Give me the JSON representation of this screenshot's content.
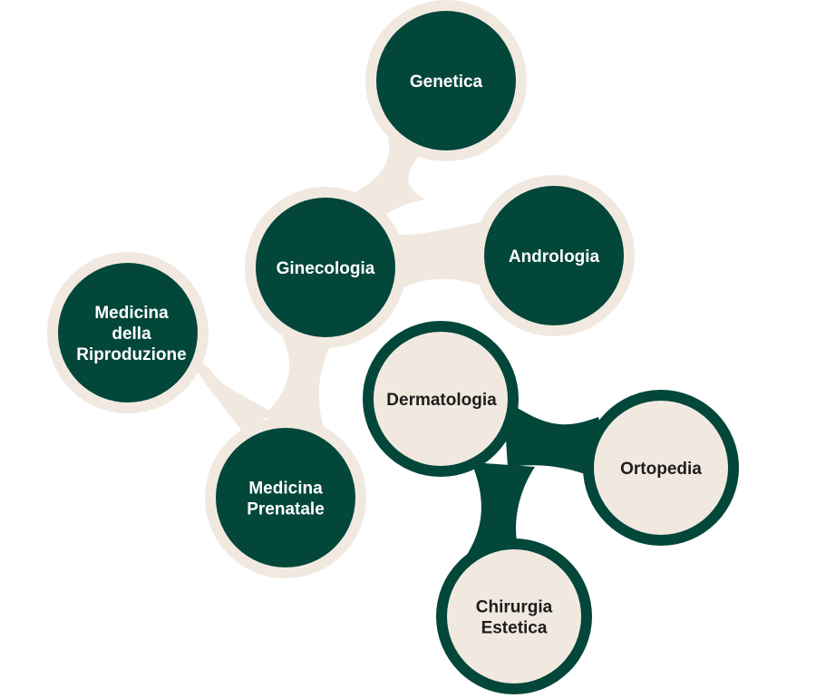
{
  "colors": {
    "dark_green": "#03463A",
    "cream": "#F1E9E0",
    "white_text": "#FFFFFF",
    "dark_text": "#1D1D1D"
  },
  "nodes": {
    "genetica": {
      "lines": [
        "Genetica"
      ]
    },
    "ginecologia": {
      "lines": [
        "Ginecologia"
      ]
    },
    "andrologia": {
      "lines": [
        "Andrologia"
      ]
    },
    "medicina_riproduzione": {
      "lines": [
        "Medicina",
        "della",
        "Riproduzione"
      ]
    },
    "medicina_prenatale": {
      "lines": [
        "Medicina",
        "Prenatale"
      ]
    },
    "dermatologia": {
      "lines": [
        "Dermatologia"
      ]
    },
    "ortopedia": {
      "lines": [
        "Ortopedia"
      ]
    },
    "chirurgia_estetica": {
      "lines": [
        "Chirurgia",
        "Estetica"
      ]
    }
  }
}
